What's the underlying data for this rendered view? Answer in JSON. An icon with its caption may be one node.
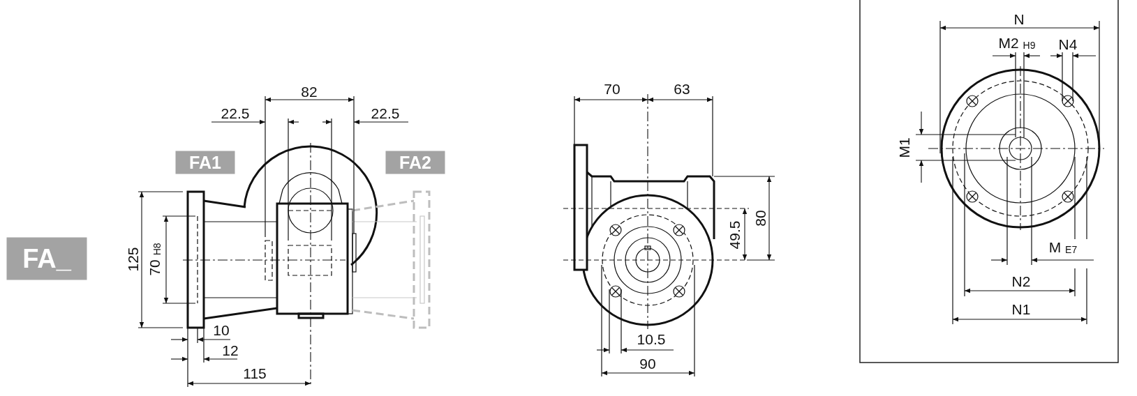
{
  "diagram": {
    "labels": [
      "N",
      "M2 $_{H9}$",
      "N4",
      "82",
      "70",
      "63",
      "22.5",
      "22.5",
      "FA1",
      "FA2",
      "M1",
      "125",
      "70 $_{H8}$",
      "49.5",
      "80",
      "FA_",
      "M $_{E7}$",
      "N2",
      "N1",
      "10",
      "10.5",
      "12",
      "90",
      "115"
    ]
  }
}
